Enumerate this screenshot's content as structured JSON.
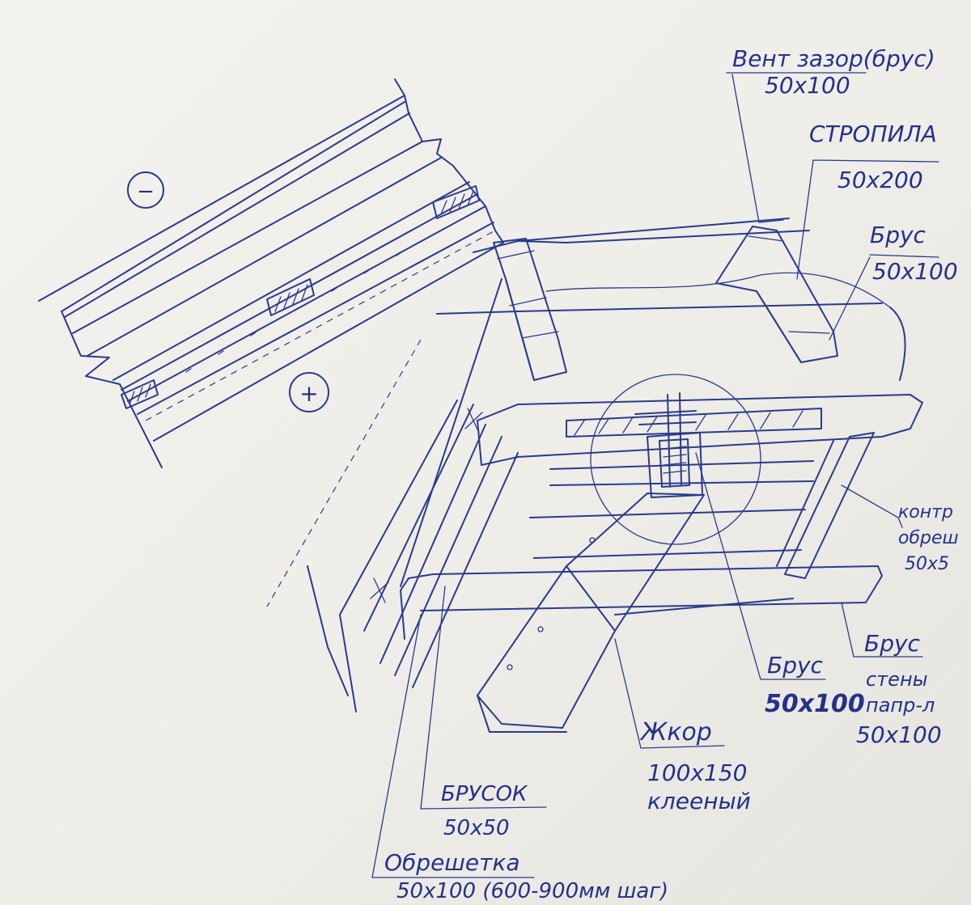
{
  "sketch": {
    "ink_color": "#2b3a8c",
    "paper_color": "#f1f0ec",
    "layer_markers": [
      "−",
      "+"
    ],
    "labels": {
      "vent_gap": {
        "line1": "Вент зазор(брус)",
        "line2": "50х100"
      },
      "rafter": {
        "line1": "СТРОПИЛА",
        "line2": "50х200"
      },
      "beam_top": {
        "line1": "Брус",
        "line2": "50х100"
      },
      "counter_batten": {
        "line1": "контр",
        "line2": "обреш",
        "line3": "50х5"
      },
      "beam_mid": {
        "line1": "Брус",
        "line2": "50х100"
      },
      "wall_beam": {
        "line1": "Брус",
        "line2": "стены",
        "line3": "папр-л",
        "line4": "50х100"
      },
      "strut": {
        "line1": "Жкор",
        "line2": "100х150",
        "line3": "клееный"
      },
      "bar": {
        "line1": "БРУСОК",
        "line2": "50х50"
      },
      "lathing": {
        "line1": "Обрешетка",
        "line2": "50х100 (600-900мм шаг)"
      }
    }
  }
}
